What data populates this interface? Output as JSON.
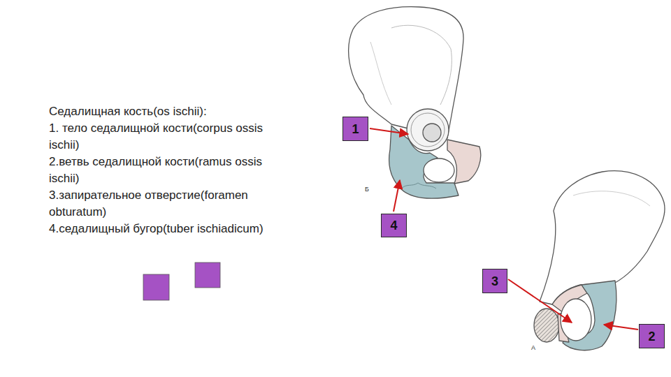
{
  "diagram": {
    "title": "Седалищная кость(os ischii):",
    "nodes": [
      {
        "text": [
          "1"
        ]
      },
      {
        "text": [
          "4"
        ]
      },
      {
        "text": [
          "3"
        ]
      },
      {
        "text": [
          "2"
        ]
      }
    ],
    "labels": [
      "1. тело седалищной кости(corpus ossis ischii)",
      "2.ветвь седалищной кости(ramus ossis ischii)",
      "3.запирательное отверстие(foramen obturatum)",
      "4.седалищный бугор(tuber ischiadicum)",
      "Б",
      "А"
    ]
  }
}
